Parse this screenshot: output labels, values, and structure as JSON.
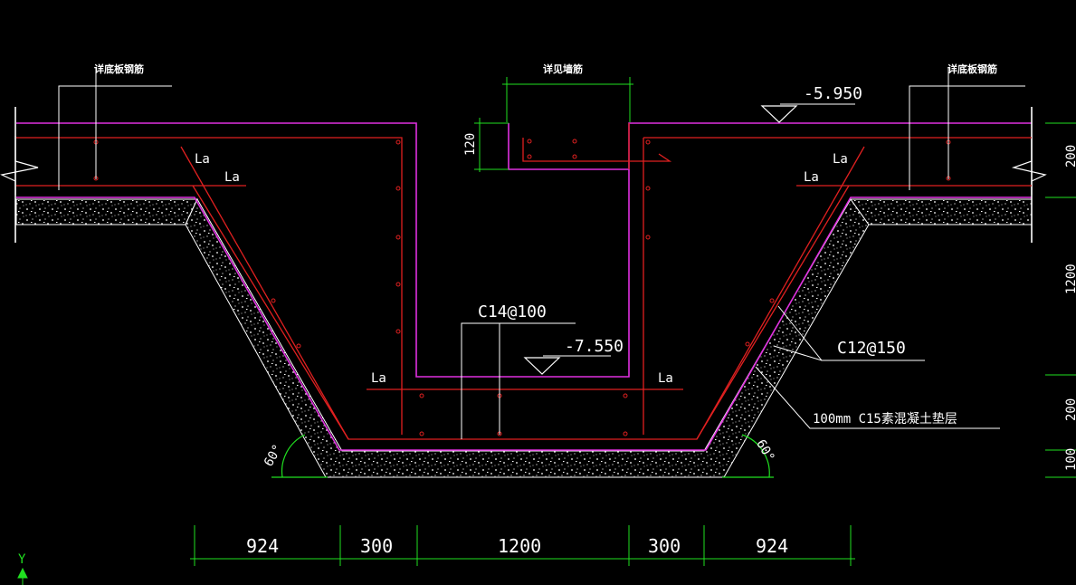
{
  "colors": {
    "background": "#000000",
    "slab_outline": "#e030e0",
    "rebar": "#e02020",
    "dimension": "#20e020",
    "text": "#ffffff",
    "concrete": "#ffffff",
    "axis": "#20e020"
  },
  "labels": {
    "top_left_note": "详底板钢筋",
    "top_center_note": "详见墙筋",
    "top_right_note": "详底板钢筋",
    "elev_top": "-5.950",
    "elev_bottom": "-7.550",
    "rebar_main": "C14@100",
    "rebar_side": "C12@150",
    "cushion": "100mm C15素混凝土垫层",
    "la": "La",
    "angle": "60°",
    "depth_120": "120",
    "axis_y": "Y"
  },
  "dimensions_bottom": [
    "924",
    "300",
    "1200",
    "300",
    "924"
  ],
  "dimensions_right": [
    "200",
    "1200",
    "200",
    "100"
  ]
}
